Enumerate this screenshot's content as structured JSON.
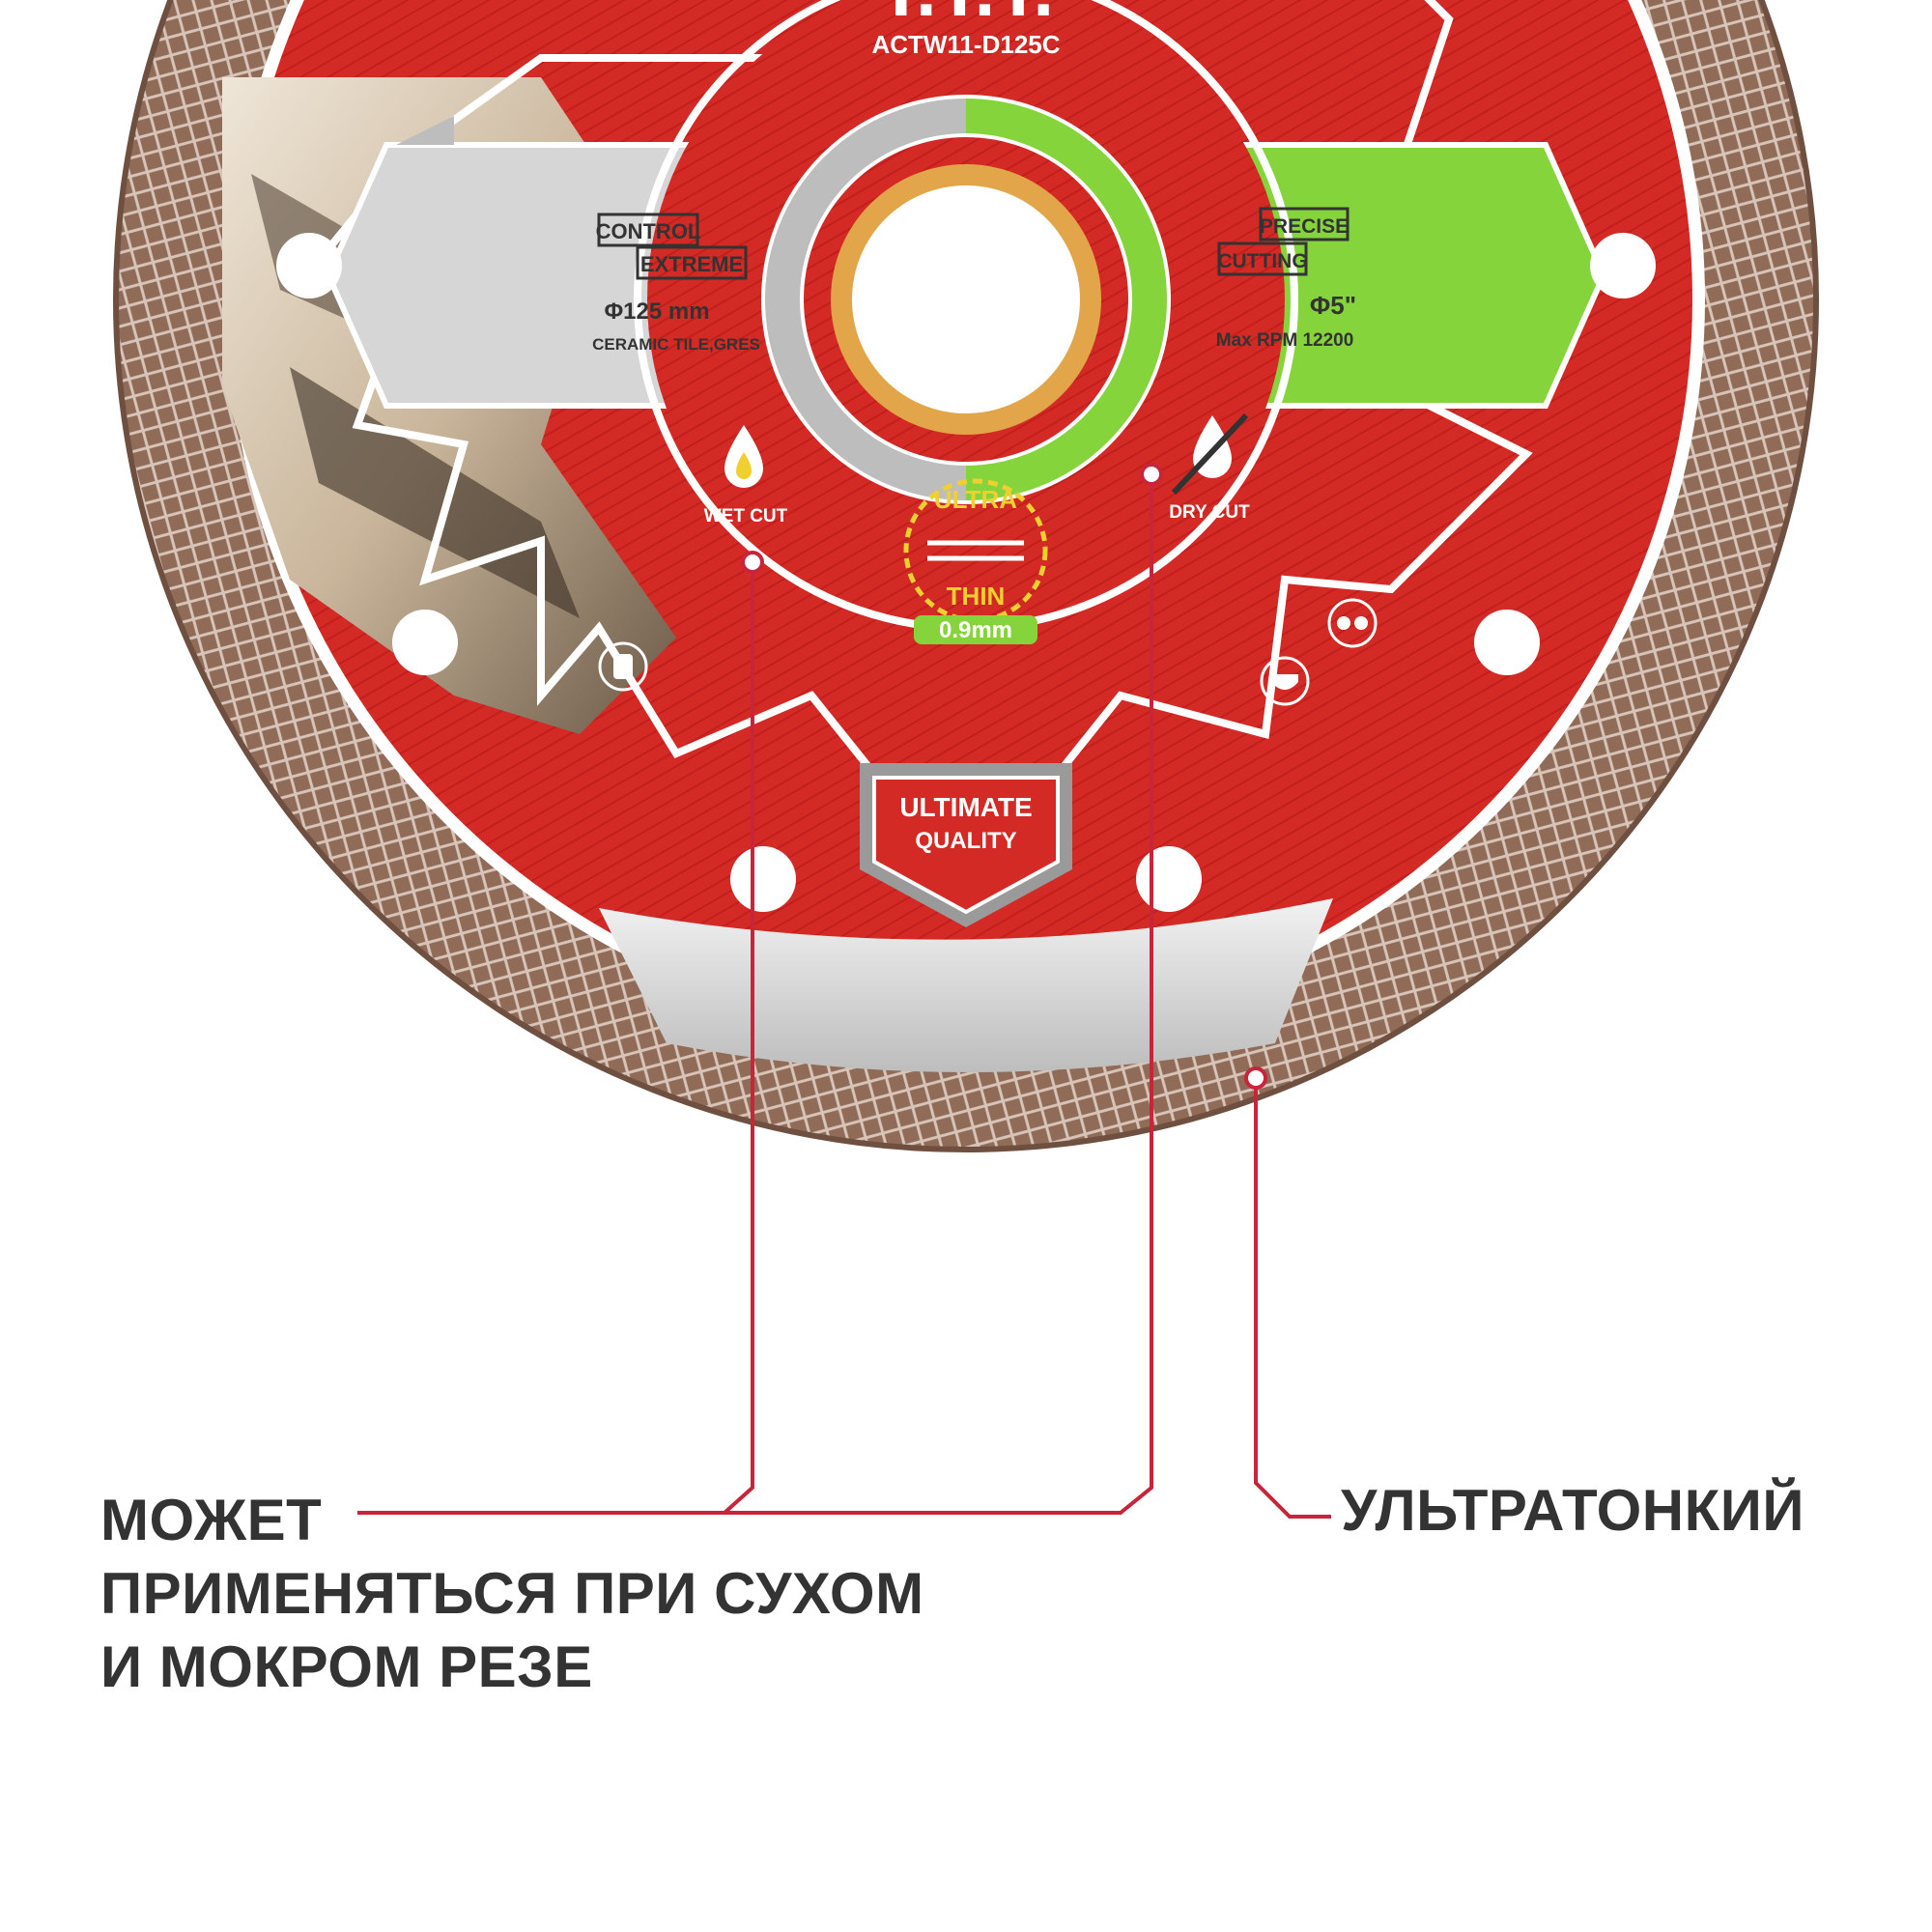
{
  "disc": {
    "brand": "T.T.T.",
    "model": "ACTW11-D125C",
    "left_panel": {
      "line1": "CONTROL",
      "line2": "EXTREME",
      "diameter": "Φ125 mm",
      "material": "CERAMIC TILE,GRES"
    },
    "right_panel": {
      "line1": "PRECISE",
      "line2": "CUTTING",
      "diameter": "Φ5\"",
      "rpm": "Max RPM 12200"
    },
    "wet_cut": "WET CUT",
    "dry_cut": "DRY CUT",
    "ultra": "ULTRA",
    "thin": "THIN",
    "thickness": "0.9mm",
    "badge_line1": "ULTIMATE",
    "badge_line2": "QUALITY",
    "icons": [
      "water-drop-icon",
      "no-water-drop-icon",
      "gloves-icon",
      "mask-icon",
      "goggles-icon",
      "blade-thickness-icon"
    ]
  },
  "colors": {
    "disc_red": "#d42a26",
    "rim_brown": "#8f6b58",
    "green": "#86d43b",
    "callout_line": "#c8243a",
    "text_dark": "#333333"
  },
  "captions": {
    "left_line1": "МОЖЕТ",
    "left_line2": "ПРИМЕНЯТЬСЯ ПРИ СУХОМ",
    "left_line3": "И МОКРОМ РЕЗЕ",
    "right": "УЛЬТРАТОНКИЙ"
  }
}
